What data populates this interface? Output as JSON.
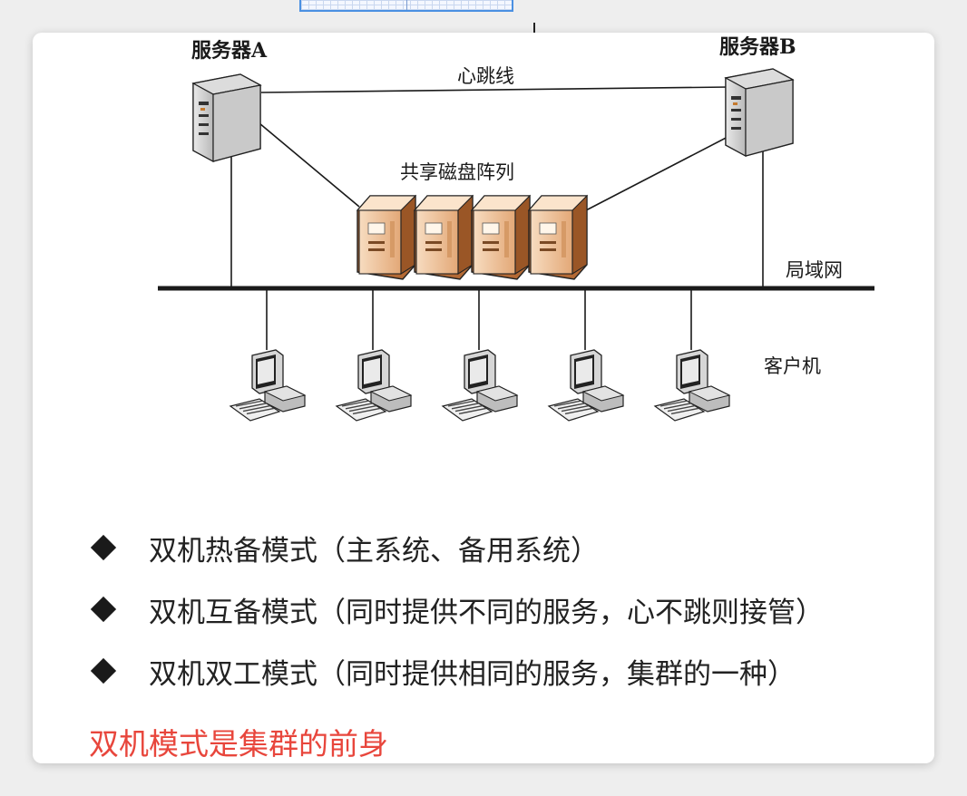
{
  "diagram": {
    "server_a_label": "服务器A",
    "server_b_label": "服务器B",
    "heartbeat_label": "心跳线",
    "disk_array_label": "共享磁盘阵列",
    "lan_label": "局域网",
    "client_label": "客户机",
    "client_count": 5,
    "disk_count": 4
  },
  "bullets": [
    "双机热备模式（主系统、备用系统）",
    "双机互备模式（同时提供不同的服务，心不跳则接管）",
    "双机双工模式（同时提供相同的服务，集群的一种）"
  ],
  "footer_note": "双机模式是集群的前身",
  "colors": {
    "footer": "#e8463c",
    "disk_body": "#f1c9a0",
    "line": "#1a1a1a"
  }
}
